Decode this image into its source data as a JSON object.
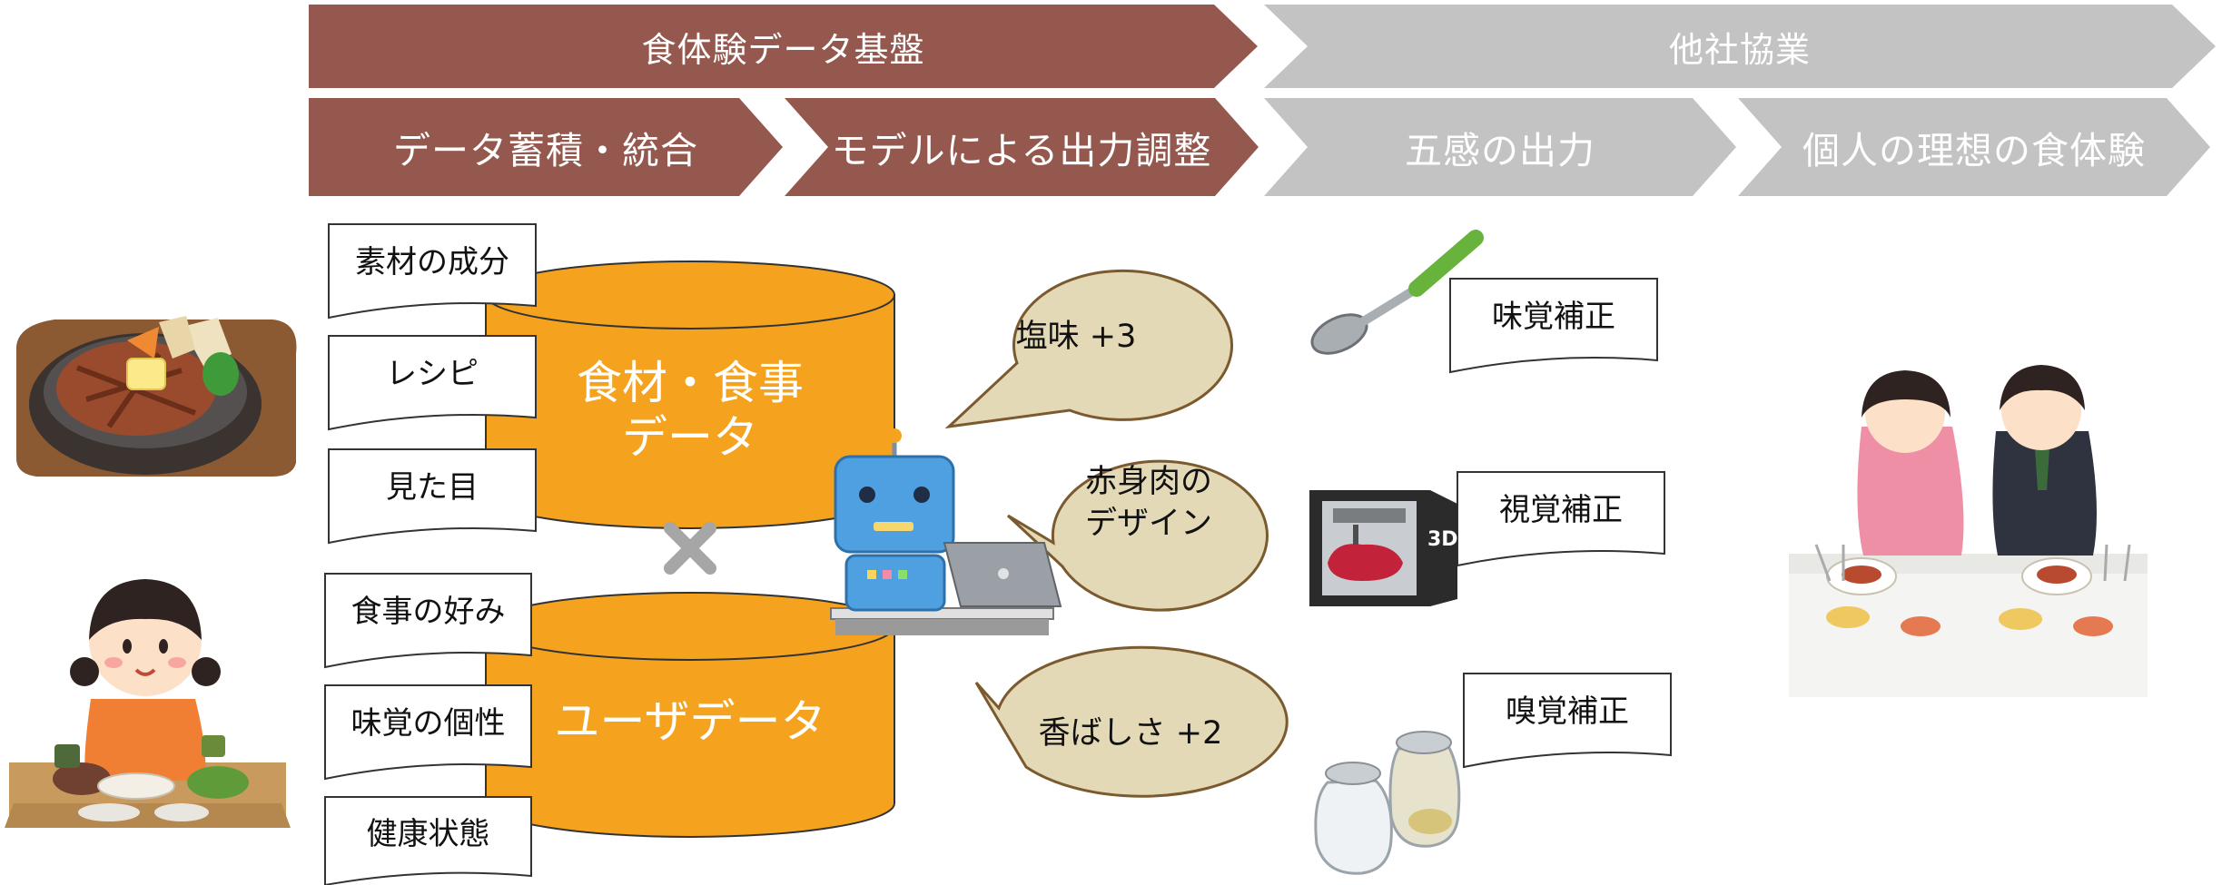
{
  "header": {
    "food_data_platform": "食体験データ基盤",
    "partner_collab": "他社協業",
    "step_accumulate": "データ蓄積・統合",
    "step_model": "モデルによる出力調整",
    "step_five_senses": "五感の出力",
    "step_ideal": "個人の理想の食体験"
  },
  "colors": {
    "brown_arrow": "#95584e",
    "grey_arrow": "#c3c3c3",
    "cylinder": "#f5a31e",
    "bubble": "#e3d9b6"
  },
  "food_db": {
    "label_line1": "食材・食事",
    "label_line2": "データ",
    "notes": [
      "素材の成分",
      "レシピ",
      "見た目"
    ]
  },
  "user_db": {
    "label": "ユーザデータ",
    "notes": [
      "食事の好み",
      "味覚の個性",
      "健康状態"
    ]
  },
  "bubbles": {
    "salt": "塩味 +3",
    "red_meat_line1": "赤身肉の",
    "red_meat_line2": "デザイン",
    "aroma": "香ばしさ +2"
  },
  "corrections": {
    "taste": "味覚補正",
    "visual": "視覚補正",
    "smell": "嗅覚補正"
  },
  "printer_badge": "3D",
  "icons": {
    "steak": "steak-icon",
    "girl": "girl-eating-icon",
    "robot": "robot-icon",
    "laptop": "laptop-icon",
    "spoon": "spoon-icon",
    "printer": "3d-printer-icon",
    "shakers": "salt-shaker-icon",
    "couple": "couple-dining-icon",
    "cross": "multiply-icon"
  }
}
